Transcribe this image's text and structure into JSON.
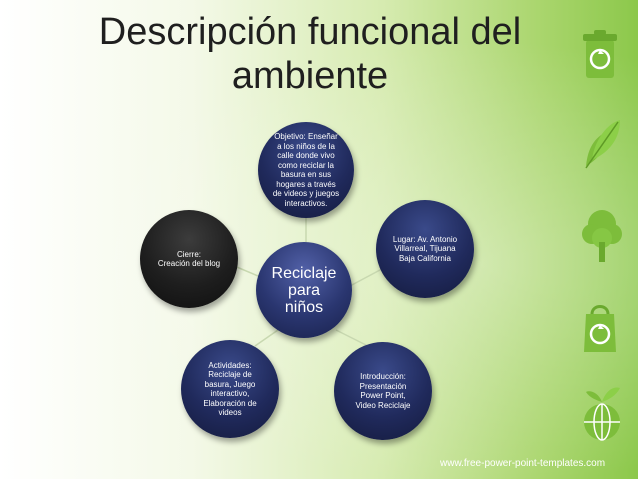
{
  "title": {
    "line1": "Descripción funcional del",
    "line2": "ambiente"
  },
  "center": {
    "lines": [
      "Reciclaje",
      "para",
      "niños"
    ]
  },
  "nodes": {
    "objetivo": {
      "lines": [
        "Objetivo: Enseñar",
        "a los niños de la",
        "calle donde vivo",
        "como reciclar la",
        "basura en sus",
        "hogares a través",
        "de videos y juegos",
        "interactivos."
      ]
    },
    "lugar": {
      "lines": [
        "Lugar: Av. Antonio",
        "Villarreal, Tijuana",
        "Baja California"
      ]
    },
    "introduccion": {
      "lines": [
        "Introducción:",
        "Presentación",
        "Power Point,",
        "Video Reciclaje"
      ]
    },
    "actividades": {
      "lines": [
        "Actividades:",
        "Reciclaje de",
        "basura, Juego",
        "interactivo,",
        "Elaboración de",
        "videos"
      ]
    },
    "cierre": {
      "lines": [
        "Cierre:",
        "Creación del blog"
      ]
    }
  },
  "side_icons": [
    "recycle-bin-icon",
    "leaves-icon",
    "tree-icon",
    "recycle-bag-icon",
    "globe-plant-icon"
  ],
  "footer": "www.free-power-point-templates.com",
  "colors": {
    "circle_blue": "#202a5c",
    "circle_dark": "#1e1e1e",
    "accent_green": "#7dbd3b"
  }
}
